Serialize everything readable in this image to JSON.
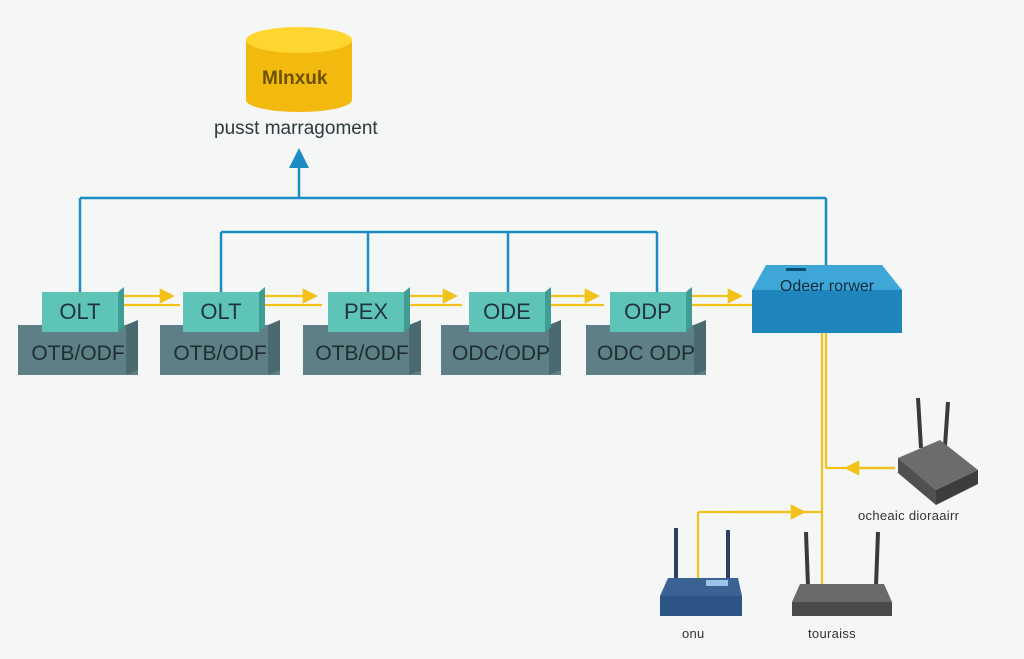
{
  "database": {
    "label": "Mlnxuk",
    "caption": "pusst marragoment"
  },
  "nodes": [
    {
      "top": "OLT",
      "bottom": "OTB/ODF"
    },
    {
      "top": "OLT",
      "bottom": "OTB/ODF"
    },
    {
      "top": "PEX",
      "bottom": "OTB/ODF"
    },
    {
      "top": "ODE",
      "bottom": "ODC/ODP"
    },
    {
      "top": "ODP",
      "bottom": "ODC ODP"
    }
  ],
  "core_router": {
    "label": "Odeer rorwer"
  },
  "devices": [
    {
      "label": "ocheaic dioraairr"
    },
    {
      "label": "onu"
    },
    {
      "label": "touraiss"
    }
  ],
  "colors": {
    "blue_link": "#1b8dc4",
    "yellow_link": "#f2c21b",
    "node_top": "#5fc4b8",
    "node_bottom": "#5e7f85",
    "router": "#1f86bd",
    "database": "#f5c518"
  }
}
